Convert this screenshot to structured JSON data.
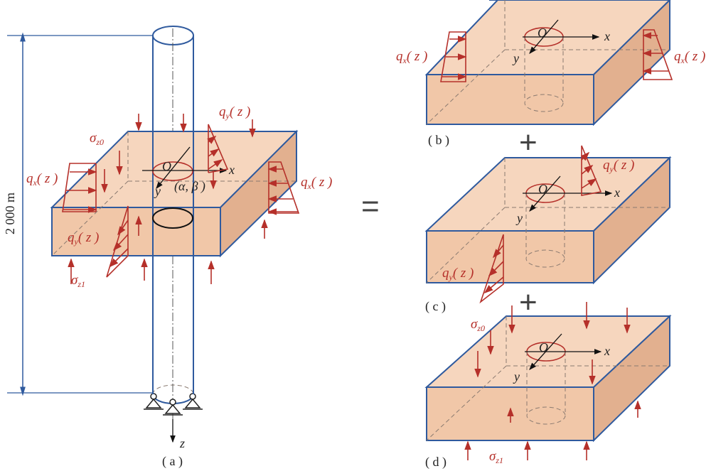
{
  "dimension_label": "2 000 m",
  "captions": {
    "a": "( a )",
    "b": "( b )",
    "c": "( c )",
    "d": "( d )"
  },
  "operators": {
    "equals": "=",
    "plus": "+"
  },
  "symbols": {
    "q": "q",
    "x": "x",
    "y": "y",
    "z": "z",
    "arg": "( z )",
    "sigma": "σ",
    "z0": "z0",
    "z1": "z1",
    "origin": "O",
    "alpha_beta": "(α, β )"
  },
  "colors": {
    "load": "#b5302a",
    "outline": "#2f5a9e",
    "block_top": "#f6d6be",
    "block_front": "#f1c7a8",
    "block_side": "#e2b08f"
  }
}
